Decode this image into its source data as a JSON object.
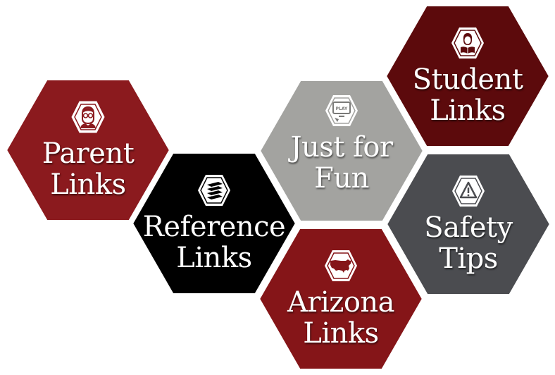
{
  "tiles": {
    "parent": {
      "line1": "Parent",
      "line2": "Links",
      "color": "#8b1a1e",
      "icon": "parent-face-icon"
    },
    "reference": {
      "line1": "Reference",
      "line2": "Links",
      "color": "#000000",
      "icon": "book-stack-icon"
    },
    "fun": {
      "line1": "Just for",
      "line2": "Fun",
      "color": "#a3a3a0",
      "icon": "play-screen-icon",
      "icon_text": "PLAY"
    },
    "arizona": {
      "line1": "Arizona",
      "line2": "Links",
      "color": "#851518",
      "icon": "usa-map-icon"
    },
    "student": {
      "line1": "Student",
      "line2": "Links",
      "color": "#5c0a0c",
      "icon": "student-reading-icon"
    },
    "safety": {
      "line1": "Safety",
      "line2": "Tips",
      "color": "#4b4c50",
      "icon": "warning-icon"
    }
  }
}
